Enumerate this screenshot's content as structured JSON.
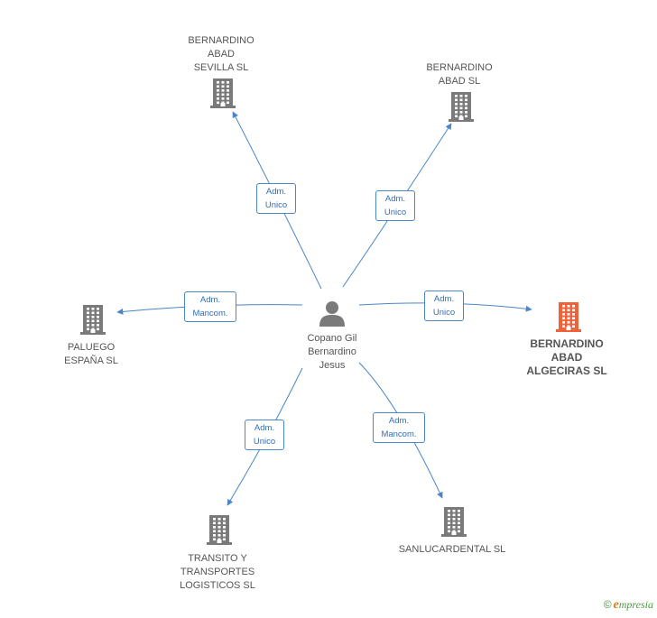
{
  "center": {
    "name": "Copano Gil\nBernardino\nJesus",
    "icon": "person-icon"
  },
  "companies": [
    {
      "id": "sevilla",
      "name": "BERNARDINO\nABAD\nSEVILLA SL",
      "icon": "building-icon",
      "highlight": false
    },
    {
      "id": "abad",
      "name": "BERNARDINO\nABAD SL",
      "icon": "building-icon",
      "highlight": false
    },
    {
      "id": "algeciras",
      "name": "BERNARDINO\nABAD\nALGECIRAS SL",
      "icon": "building-icon",
      "highlight": true
    },
    {
      "id": "sanlucar",
      "name": "SANLUCARDENTAL SL",
      "icon": "building-icon",
      "highlight": false
    },
    {
      "id": "transito",
      "name": "TRANSITO Y\nTRANSPORTES\nLOGISTICOS SL",
      "icon": "building-icon",
      "highlight": false
    },
    {
      "id": "paluego",
      "name": "PALUEGO\nESPAÑA SL",
      "icon": "building-icon",
      "highlight": false
    }
  ],
  "relations": [
    {
      "to": "sevilla",
      "label": "Adm.\nUnico"
    },
    {
      "to": "abad",
      "label": "Adm.\nUnico"
    },
    {
      "to": "algeciras",
      "label": "Adm.\nUnico"
    },
    {
      "to": "sanlucar",
      "label": "Adm.\nMancom."
    },
    {
      "to": "transito",
      "label": "Adm.\nUnico"
    },
    {
      "to": "paluego",
      "label": "Adm.\nMancom."
    }
  ],
  "footer": {
    "copyright": "©",
    "brand_initial": "e",
    "brand_rest": "mpresia"
  },
  "colors": {
    "edge": "#4a86c8",
    "building": "#7a7a7a",
    "highlight": "#f0623a",
    "person": "#7a7a7a"
  }
}
